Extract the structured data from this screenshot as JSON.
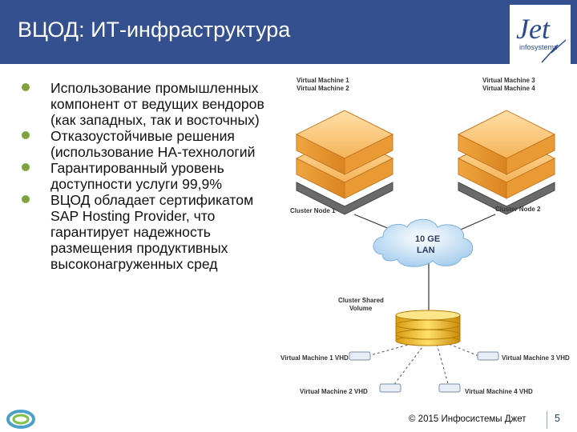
{
  "header": {
    "title": "ВЦОД: ИТ-инфраструктура"
  },
  "logo": {
    "brand": "Jet",
    "subtext": "infosystems"
  },
  "bullets": [
    "Использование промышленных компонент от ведущих вендоров (как западных, так и восточных)",
    "Отказоустойчивые решения (использование HA-технологий",
    "Гарантированный уровень доступности услуги 99,9%",
    "ВЦОД обладает сертификатом SAP Hosting Provider, что гарантирует надежность размещения продуктивных высоконагруженных сред"
  ],
  "diagram": {
    "vm_group_1": [
      "Virtual Machine 1",
      "Virtual Machine 2"
    ],
    "vm_group_2": [
      "Virtual Machine 3",
      "Virtual Machine 4"
    ],
    "node_1": "Cluster Node 1",
    "node_2": "Cluster Node 2",
    "cloud_line1": "10 GE",
    "cloud_line2": "LAN",
    "csv_line1": "Cluster Shared",
    "csv_line2": "Volume",
    "vhd_1": "Virtual Machine 1 VHD",
    "vhd_2": "Virtual Machine 2 VHD",
    "vhd_3": "Virtual Machine 3 VHD",
    "vhd_4": "Virtual Machine 4 VHD"
  },
  "footer": {
    "copyright": "© 2015 Инфосистемы Джет",
    "page": "5"
  },
  "colors": {
    "header": "#34508f",
    "bullet": "#7fa23b",
    "server": "#f0a640",
    "disk": "#e8b520"
  }
}
